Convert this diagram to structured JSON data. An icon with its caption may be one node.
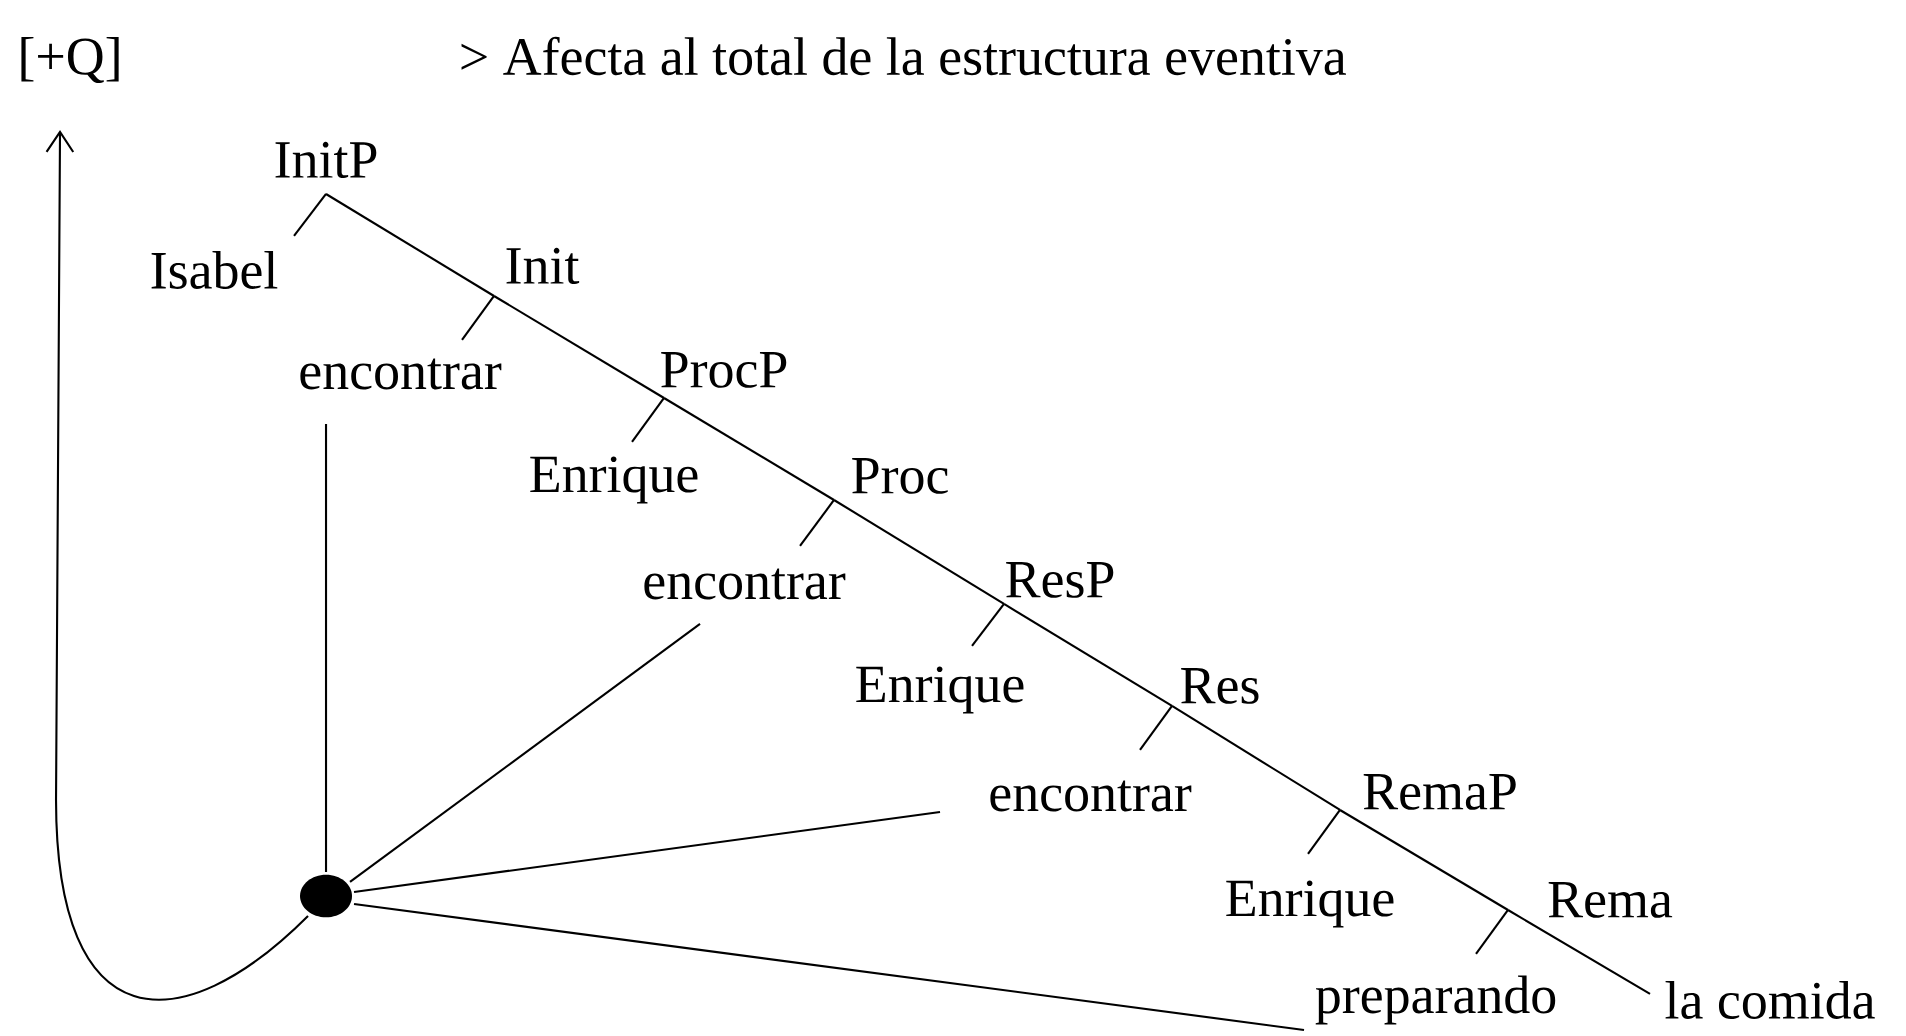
{
  "diagram": {
    "nodes": [
      {
        "text": [
          "[+Q]"
        ]
      },
      {
        "text": [
          "InitP"
        ]
      },
      {
        "text": [
          "Isabel"
        ]
      },
      {
        "text": [
          "Init"
        ]
      },
      {
        "text": [
          "encontrar"
        ]
      },
      {
        "text": [
          "ProcP"
        ]
      },
      {
        "text": [
          "Enrique"
        ]
      },
      {
        "text": [
          "Proc"
        ]
      },
      {
        "text": [
          "encontrar"
        ]
      },
      {
        "text": [
          "ResP"
        ]
      },
      {
        "text": [
          "Enrique"
        ]
      },
      {
        "text": [
          "Res"
        ]
      },
      {
        "text": [
          "encontrar"
        ]
      },
      {
        "text": [
          "RemaP"
        ]
      },
      {
        "text": [
          "Enrique"
        ]
      },
      {
        "text": [
          "Rema"
        ]
      },
      {
        "text": [
          "preparando"
        ]
      },
      {
        "text": [
          "la comida"
        ]
      },
      {
        "text": [],
        "shape": "circle"
      }
    ],
    "edges": [
      {
        "from": 1,
        "to": 2,
        "arrow": "none"
      },
      {
        "from": 1,
        "to": 3,
        "arrow": "none"
      },
      {
        "from": 3,
        "to": 4,
        "arrow": "none"
      },
      {
        "from": 3,
        "to": 5,
        "arrow": "none"
      },
      {
        "from": 5,
        "to": 6,
        "arrow": "none"
      },
      {
        "from": 5,
        "to": 7,
        "arrow": "none"
      },
      {
        "from": 7,
        "to": 8,
        "arrow": "none"
      },
      {
        "from": 7,
        "to": 9,
        "arrow": "none"
      },
      {
        "from": 9,
        "to": 10,
        "arrow": "none"
      },
      {
        "from": 9,
        "to": 11,
        "arrow": "none"
      },
      {
        "from": 11,
        "to": 12,
        "arrow": "none"
      },
      {
        "from": 11,
        "to": 13,
        "arrow": "none"
      },
      {
        "from": 13,
        "to": 14,
        "arrow": "none"
      },
      {
        "from": 13,
        "to": 15,
        "arrow": "none"
      },
      {
        "from": 15,
        "to": 16,
        "arrow": "none"
      },
      {
        "from": 15,
        "to": 17,
        "arrow": "none"
      },
      {
        "from": 18,
        "to": 4,
        "arrow": "none"
      },
      {
        "from": 18,
        "to": 8,
        "arrow": "none"
      },
      {
        "from": 18,
        "to": 12,
        "arrow": "none"
      },
      {
        "from": 18,
        "to": 16,
        "arrow": "none"
      },
      {
        "from": 18,
        "to": 0,
        "arrow": "to"
      }
    ],
    "labels": [
      "> Afecta al total de la estructura eventiva"
    ]
  }
}
